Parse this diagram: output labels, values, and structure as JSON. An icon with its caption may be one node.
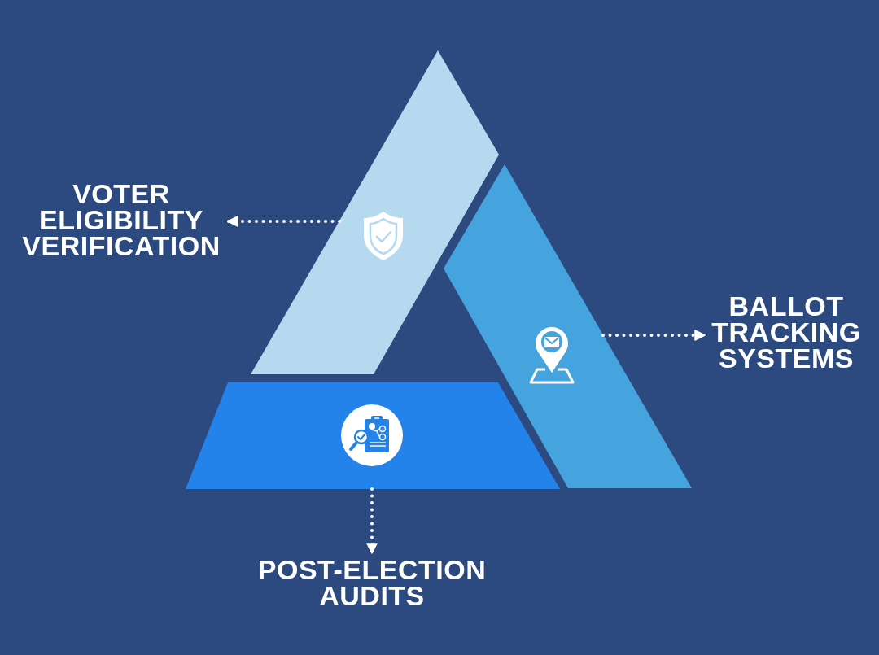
{
  "diagram": {
    "nodes": [
      {
        "text": [],
        "shape": "band"
      },
      {
        "text": [],
        "shape": "band"
      },
      {
        "text": [],
        "shape": "trapezoid"
      },
      {
        "text": [
          "VOTER ELIGIBILITY VERIFICATION"
        ]
      },
      {
        "text": [
          "BALLOT TRACKING SYSTEMS"
        ]
      },
      {
        "text": [
          "POST-ELECTION AUDITS"
        ]
      }
    ],
    "edges": [
      {
        "from": 0,
        "to": 3,
        "arrow": "to",
        "style": "dashed"
      },
      {
        "from": 1,
        "to": 4,
        "arrow": "to",
        "style": "dashed"
      },
      {
        "from": 2,
        "to": 5,
        "arrow": "to",
        "style": "dashed"
      }
    ]
  }
}
